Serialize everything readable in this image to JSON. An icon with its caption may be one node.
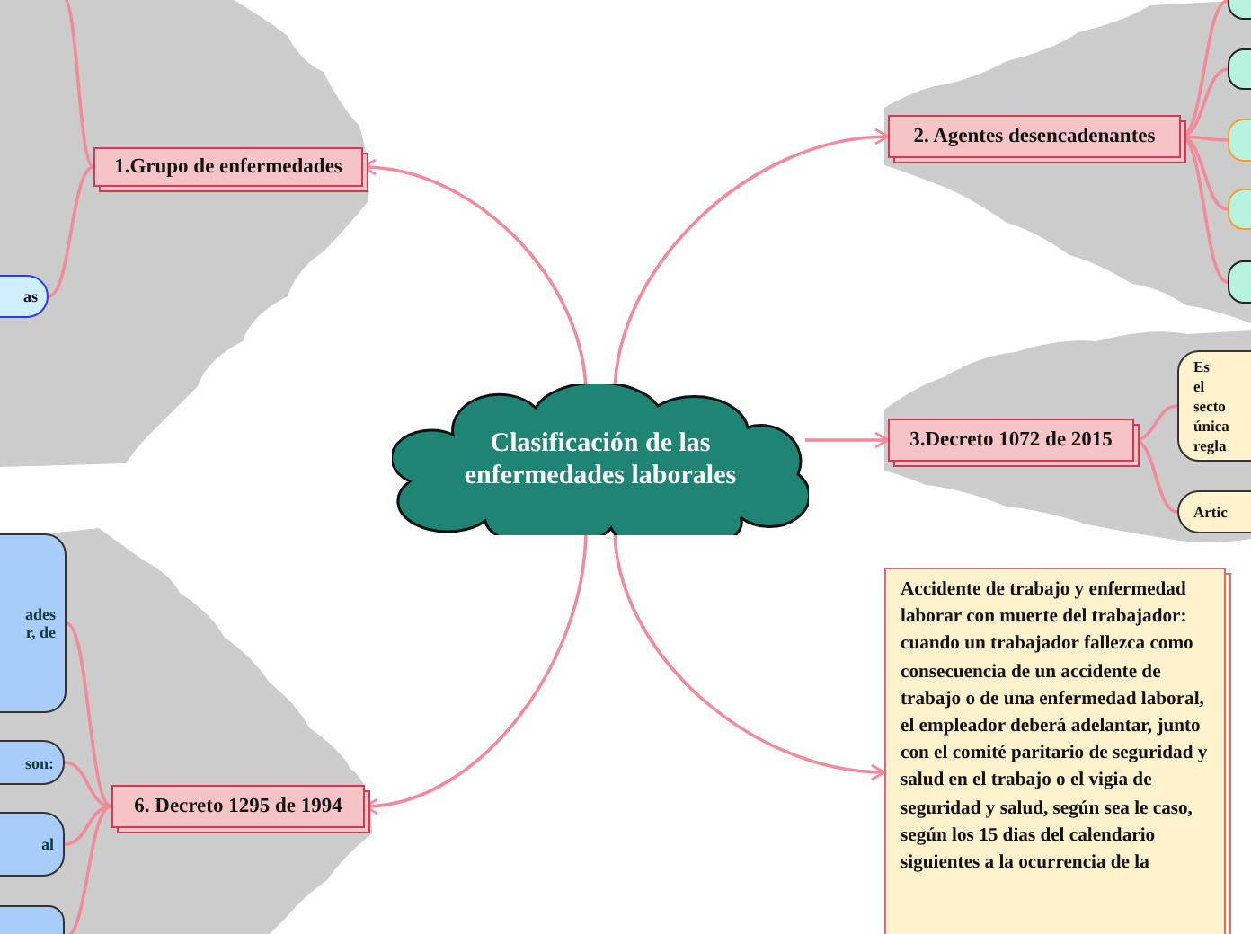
{
  "diagram": {
    "nodes": [
      {
        "text": [
          "Clasificación de las enfermedades laborales"
        ]
      },
      {
        "text": [
          "1.Grupo de enfermedades"
        ]
      },
      {
        "text": [
          "as"
        ]
      },
      {
        "text": [
          "2. Agentes desencadenantes"
        ]
      },
      {
        "text": [],
        "shape": "box"
      },
      {
        "text": [],
        "shape": "box"
      },
      {
        "text": [],
        "shape": "box"
      },
      {
        "text": [],
        "shape": "box"
      },
      {
        "text": [],
        "shape": "box"
      },
      {
        "text": [
          "3.Decreto 1072 de 2015"
        ]
      },
      {
        "text": [
          "Es el secto única regla"
        ]
      },
      {
        "text": [
          "Artic"
        ]
      },
      {
        "text": [
          "Accidente de trabajo y enfermedad laborar con muerte del trabajador: cuando un trabajador fallezca como consecuencia de un accidente de trabajo o de una enfermedad laboral, el empleador deberá adelantar, junto con el comité paritario de seguridad y salud en el trabajo  o el vigia de seguridad y salud, según sea le caso, según los 15 dias del calendario siguientes a la ocurrencia de la"
        ]
      },
      {
        "text": [
          "6. Decreto 1295 de 1994"
        ]
      },
      {
        "text": [
          "ades r, de"
        ]
      },
      {
        "text": [
          "son:"
        ]
      },
      {
        "text": [
          "al"
        ]
      },
      {
        "text": [],
        "shape": "box"
      }
    ],
    "edges": [
      {
        "from": 0,
        "to": 1,
        "arrow": "to"
      },
      {
        "from": 0,
        "to": 3,
        "arrow": "to"
      },
      {
        "from": 0,
        "to": 9,
        "arrow": "to"
      },
      {
        "from": 0,
        "to": 12,
        "arrow": "to"
      },
      {
        "from": 0,
        "to": 13,
        "arrow": "to"
      },
      {
        "from": 1,
        "to": null,
        "arrow": "none"
      },
      {
        "from": 1,
        "to": 2,
        "arrow": "none"
      },
      {
        "from": 3,
        "to": 4,
        "arrow": "none"
      },
      {
        "from": 3,
        "to": 5,
        "arrow": "none"
      },
      {
        "from": 3,
        "to": 6,
        "arrow": "none"
      },
      {
        "from": 3,
        "to": 7,
        "arrow": "none"
      },
      {
        "from": 3,
        "to": 8,
        "arrow": "none"
      },
      {
        "from": 9,
        "to": 10,
        "arrow": "none"
      },
      {
        "from": 9,
        "to": 11,
        "arrow": "none"
      },
      {
        "from": 13,
        "to": 14,
        "arrow": "none"
      },
      {
        "from": 13,
        "to": 15,
        "arrow": "none"
      },
      {
        "from": 13,
        "to": 16,
        "arrow": "none"
      },
      {
        "from": 13,
        "to": 17,
        "arrow": "none"
      }
    ]
  }
}
